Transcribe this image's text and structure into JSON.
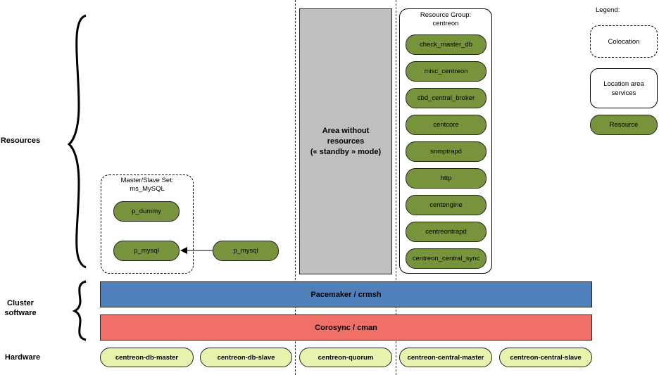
{
  "side_labels": {
    "resources": "Resources",
    "cluster_software_line1": "Cluster",
    "cluster_software_line2": "software",
    "hardware": "Hardware"
  },
  "master_slave_set": {
    "title_line1": "Master/Slave Set:",
    "title_line2": "ms_MySQL",
    "resources": [
      "p_dummy",
      "p_mysql"
    ]
  },
  "external_resource": "p_mysql",
  "standby_area": {
    "line1": "Area without",
    "line2": "resources",
    "line3": "(« standby » mode)"
  },
  "resource_group": {
    "title_line1": "Resource Group:",
    "title_line2": "centreon",
    "resources": [
      "check_master_db",
      "misc_centreon",
      "cbd_central_broker",
      "centcore",
      "snmptrapd",
      "http",
      "centengine",
      "centreontrapd",
      "centreon_central_sync"
    ]
  },
  "legend": {
    "title": "Legend:",
    "colocation": "Colocation",
    "location_line1": "Location area",
    "location_line2": "services",
    "resource": "Resource"
  },
  "bars": {
    "pacemaker": "Pacemaker / crmsh",
    "corosync": "Corosync / cman"
  },
  "hardware": [
    "centreon-db-master",
    "centreon-db-slave",
    "centreon-quorum",
    "centreon-central-master",
    "centreon-central-slave"
  ],
  "colors": {
    "resource_fill": "#77933c",
    "hardware_fill": "#e6f4ae",
    "pacemaker_fill": "#4f81bd",
    "corosync_fill": "#f07067",
    "standby_fill": "#bfbfbf"
  }
}
